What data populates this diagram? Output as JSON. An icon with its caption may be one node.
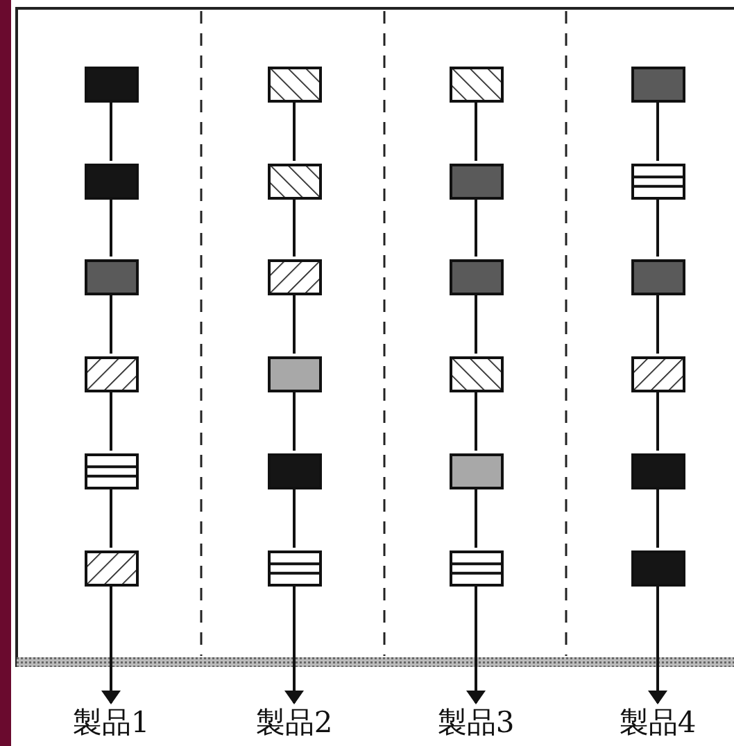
{
  "diagram": {
    "nodes": [
      {
        "text": [],
        "shape": "box"
      },
      {
        "text": [],
        "shape": "box"
      },
      {
        "text": [],
        "shape": "box"
      },
      {
        "text": [],
        "shape": "box"
      },
      {
        "text": [],
        "shape": "box"
      },
      {
        "text": [],
        "shape": "box"
      },
      {
        "text": [
          "製品1"
        ]
      },
      {
        "text": [],
        "shape": "box"
      },
      {
        "text": [],
        "shape": "box"
      },
      {
        "text": [],
        "shape": "box"
      },
      {
        "text": [],
        "shape": "box"
      },
      {
        "text": [],
        "shape": "box"
      },
      {
        "text": [],
        "shape": "box"
      },
      {
        "text": [
          "製品2"
        ]
      },
      {
        "text": [],
        "shape": "box"
      },
      {
        "text": [],
        "shape": "box"
      },
      {
        "text": [],
        "shape": "box"
      },
      {
        "text": [],
        "shape": "box"
      },
      {
        "text": [],
        "shape": "box"
      },
      {
        "text": [],
        "shape": "box"
      },
      {
        "text": [
          "製品3"
        ]
      },
      {
        "text": [],
        "shape": "box"
      },
      {
        "text": [],
        "shape": "box"
      },
      {
        "text": [],
        "shape": "box"
      },
      {
        "text": [],
        "shape": "box"
      },
      {
        "text": [],
        "shape": "box"
      },
      {
        "text": [],
        "shape": "box"
      },
      {
        "text": [
          "製品4"
        ]
      }
    ],
    "edges": [
      {
        "from": 0,
        "to": 1,
        "arrow": "none"
      },
      {
        "from": 1,
        "to": 2,
        "arrow": "none"
      },
      {
        "from": 2,
        "to": 3,
        "arrow": "none"
      },
      {
        "from": 3,
        "to": 4,
        "arrow": "none"
      },
      {
        "from": 4,
        "to": 5,
        "arrow": "none"
      },
      {
        "from": 5,
        "to": 6,
        "arrow": "to"
      },
      {
        "from": 7,
        "to": 8,
        "arrow": "none"
      },
      {
        "from": 8,
        "to": 9,
        "arrow": "none"
      },
      {
        "from": 9,
        "to": 10,
        "arrow": "none"
      },
      {
        "from": 10,
        "to": 11,
        "arrow": "none"
      },
      {
        "from": 11,
        "to": 12,
        "arrow": "none"
      },
      {
        "from": 12,
        "to": 13,
        "arrow": "to"
      },
      {
        "from": 14,
        "to": 15,
        "arrow": "none"
      },
      {
        "from": 15,
        "to": 16,
        "arrow": "none"
      },
      {
        "from": 16,
        "to": 17,
        "arrow": "none"
      },
      {
        "from": 17,
        "to": 18,
        "arrow": "none"
      },
      {
        "from": 18,
        "to": 19,
        "arrow": "none"
      },
      {
        "from": 19,
        "to": 20,
        "arrow": "to"
      },
      {
        "from": 21,
        "to": 22,
        "arrow": "none"
      },
      {
        "from": 22,
        "to": 23,
        "arrow": "none"
      },
      {
        "from": 23,
        "to": 24,
        "arrow": "none"
      },
      {
        "from": 24,
        "to": 25,
        "arrow": "none"
      },
      {
        "from": 25,
        "to": 26,
        "arrow": "none"
      },
      {
        "from": 26,
        "to": 27,
        "arrow": "to"
      }
    ]
  }
}
